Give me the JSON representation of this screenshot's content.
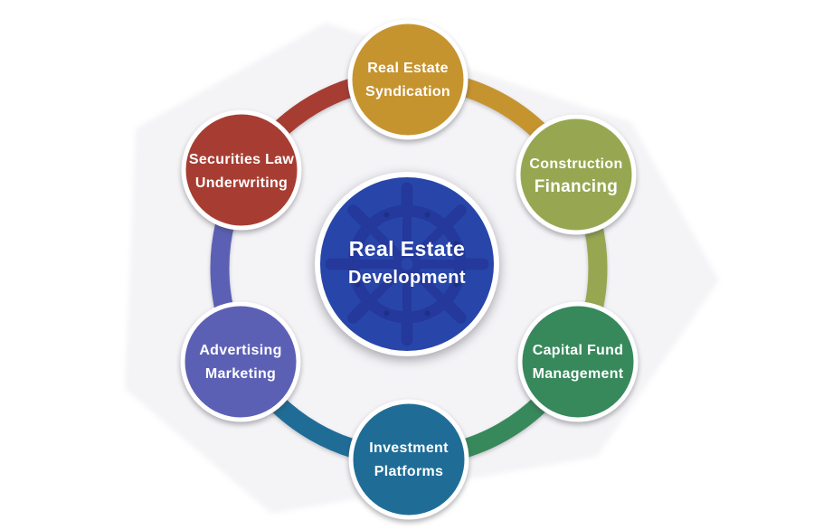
{
  "title": "Real Estate Development Diagram",
  "center": {
    "line1": "Real Estate",
    "line2": "Development",
    "color": "#2846AA",
    "wheel_color": "#24389A",
    "rivet_color": "#1C2F85",
    "icon": "ship-wheel-icon"
  },
  "nodes": [
    {
      "id": "real-estate-syndication",
      "line1": "Real Estate",
      "line2": "Syndication",
      "color": "#C6942F"
    },
    {
      "id": "construction-financing",
      "line1": "Construction",
      "line2": "Financing",
      "color": "#97A751"
    },
    {
      "id": "capital-fund-management",
      "line1": "Capital Fund",
      "line2": "Management",
      "color": "#37895C"
    },
    {
      "id": "investment-platforms",
      "line1": "Investment",
      "line2": "Platforms",
      "color": "#1F6D97"
    },
    {
      "id": "advertising-marketing",
      "line1": "Advertising",
      "line2": "Marketing",
      "color": "#5C60B5"
    },
    {
      "id": "securities-law-underwriting",
      "line1": "Securities Law",
      "line2": "Underwriting",
      "color": "#A73D32"
    }
  ],
  "ring_segments": [
    {
      "from": "real-estate-syndication",
      "to": "construction-financing",
      "color": "#C6942F"
    },
    {
      "from": "construction-financing",
      "to": "capital-fund-management",
      "color": "#97A751"
    },
    {
      "from": "capital-fund-management",
      "to": "investment-platforms",
      "color": "#37895C"
    },
    {
      "from": "investment-platforms",
      "to": "advertising-marketing",
      "color": "#1F6D97"
    },
    {
      "from": "advertising-marketing",
      "to": "securities-law-underwriting",
      "color": "#5C60B5"
    },
    {
      "from": "securities-law-underwriting",
      "to": "real-estate-syndication",
      "color": "#A73D32"
    }
  ],
  "background": {
    "hex_fill": "#F4F4F7",
    "page_fill": "#FFFFFF"
  }
}
